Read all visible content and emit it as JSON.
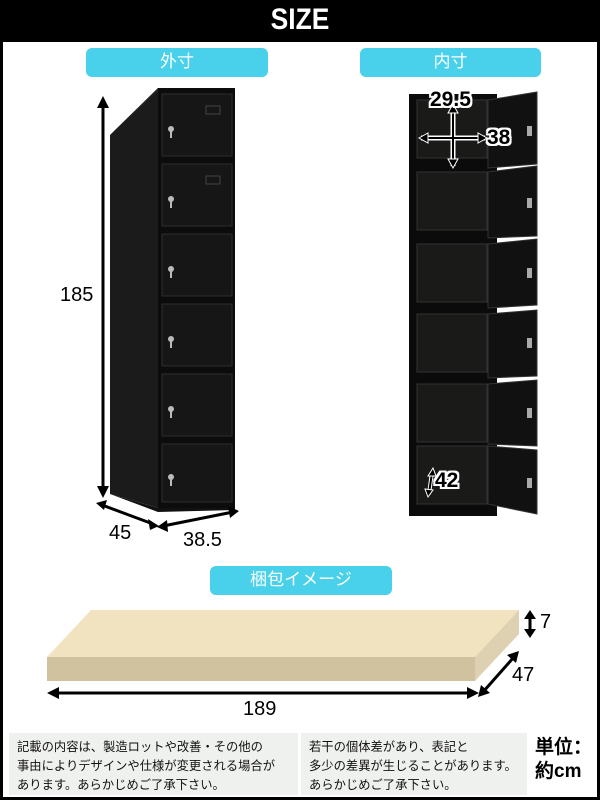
{
  "header": {
    "title": "SIZE"
  },
  "sections": {
    "exterior": {
      "label": "外寸"
    },
    "interior": {
      "label": "内寸"
    },
    "package": {
      "label": "梱包イメージ"
    }
  },
  "exterior_dimensions": {
    "height": "185",
    "depth": "45",
    "width": "38.5"
  },
  "interior_dimensions": {
    "width": "29.5",
    "depth": "38",
    "height": "42"
  },
  "package_dimensions": {
    "length": "189",
    "depth": "47",
    "height": "7"
  },
  "notes": {
    "left": [
      "記載の内容は、製造ロットや改善・その他の",
      "事由によりデザインや仕様が変更される場合が",
      "あります。あらかじめご了承下さい。"
    ],
    "right": [
      "若干の個体差があり、表記と",
      "多少の差異が生じることがあります。",
      "あらかじめご了承下さい。"
    ]
  },
  "unit": {
    "line1": "単位：",
    "line2": "約cm"
  },
  "colors": {
    "accent": "#49d0ea",
    "package_top": "#f1e3c0",
    "package_front": "#d0c29f",
    "package_side": "#ddd1b2",
    "note_bg": "#eff1ee"
  }
}
